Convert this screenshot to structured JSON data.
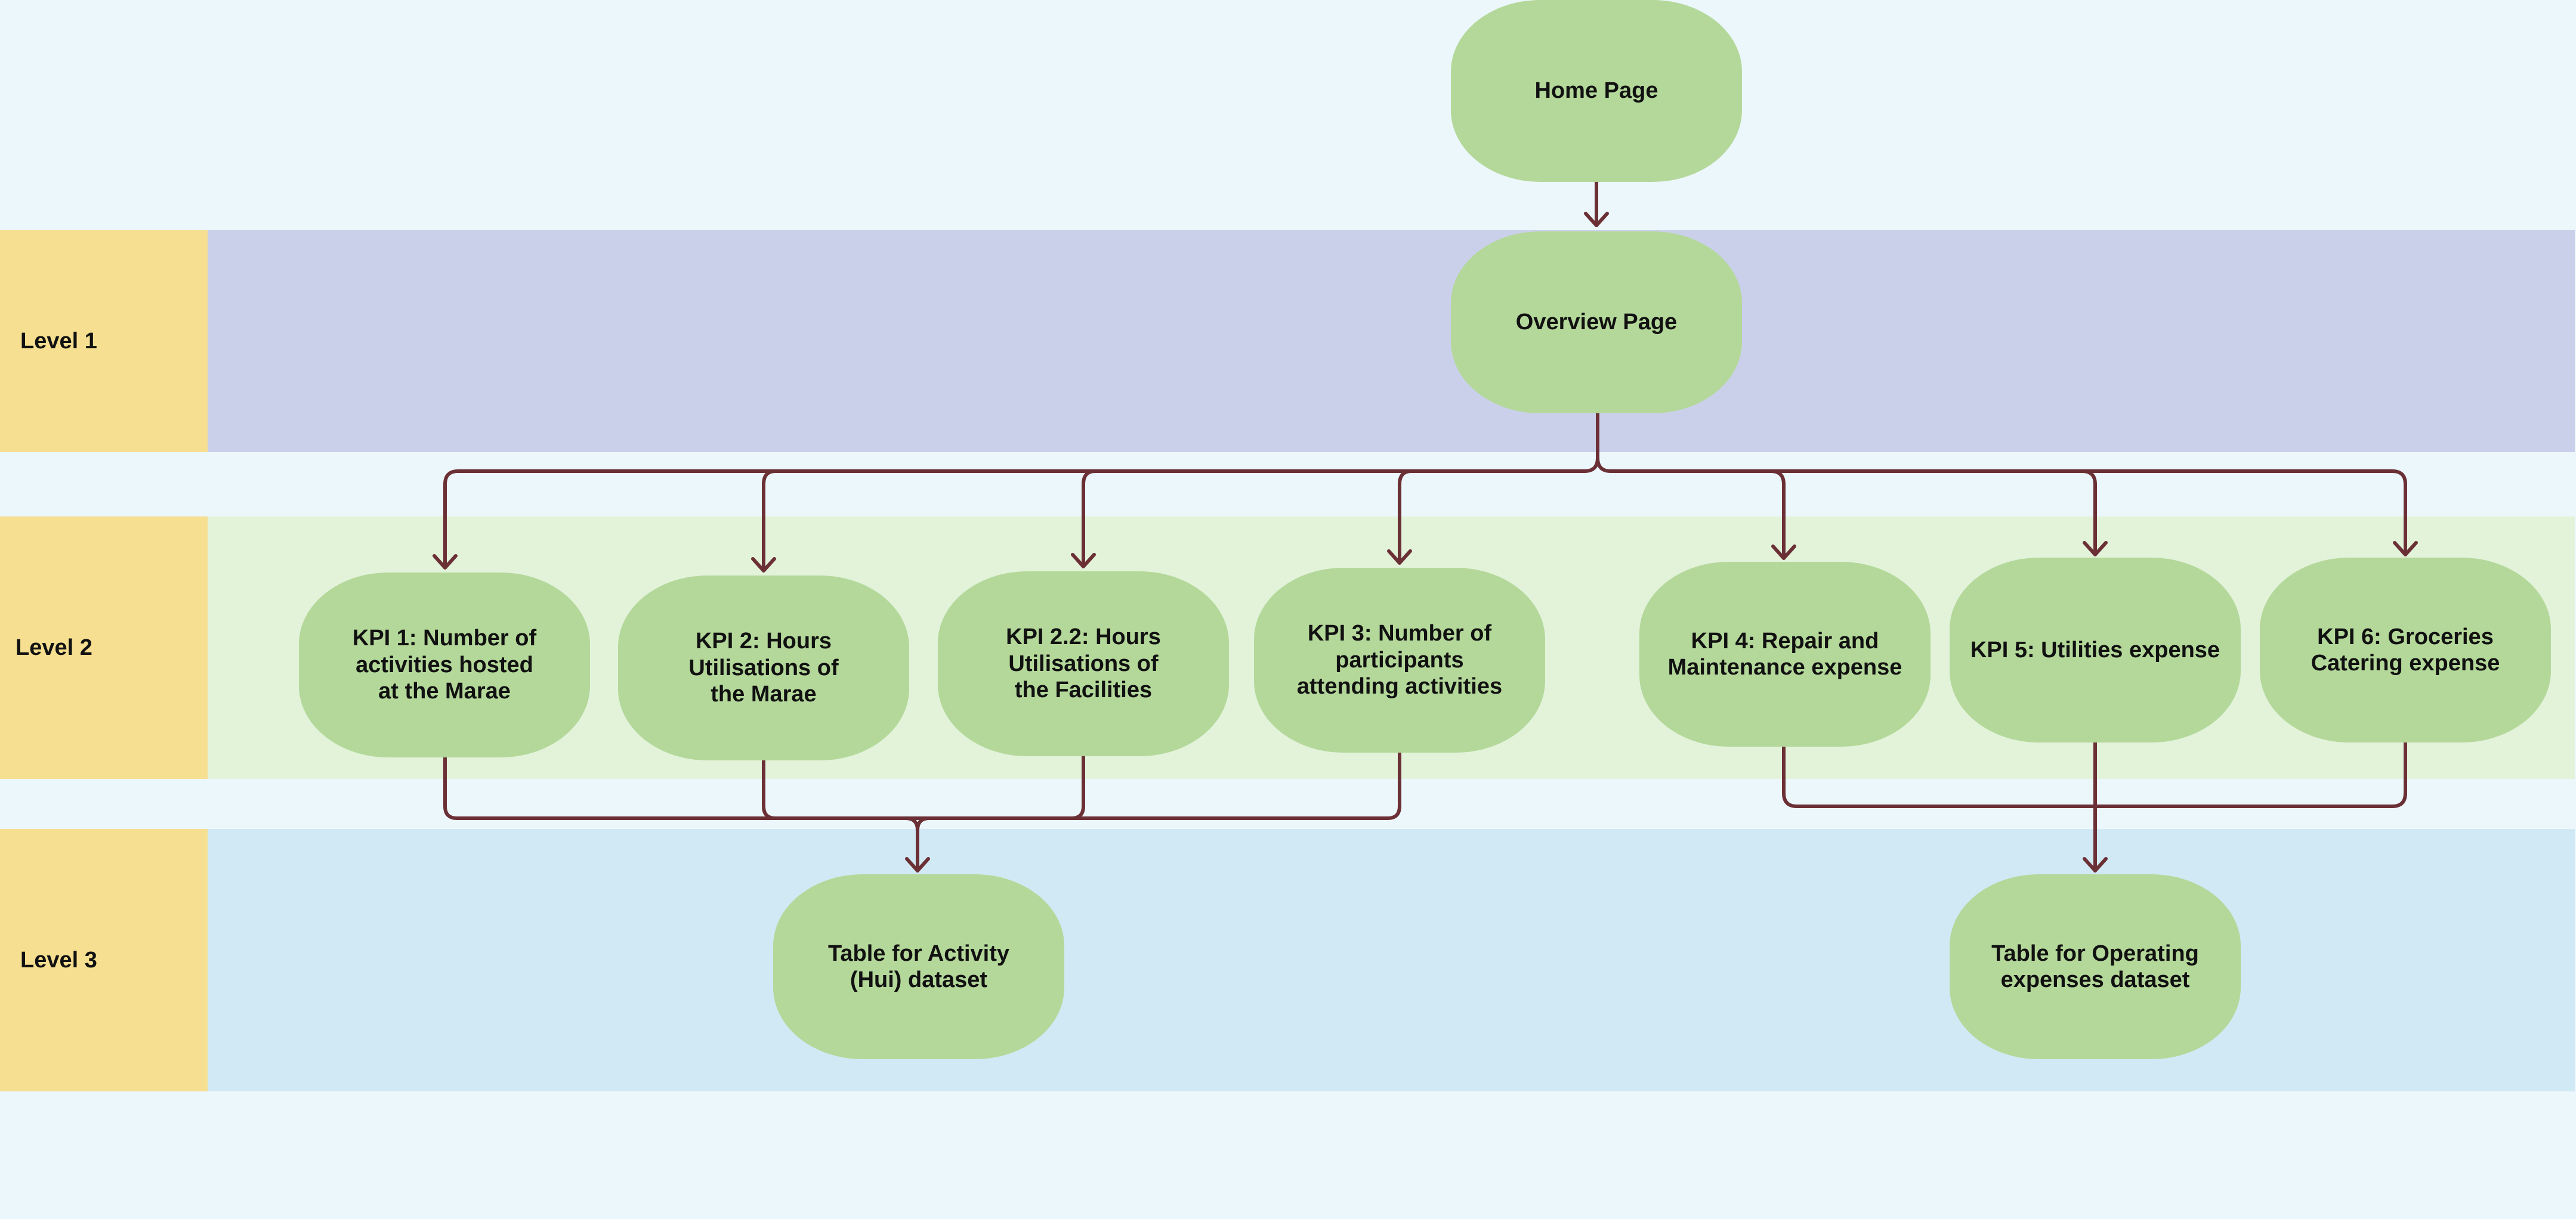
{
  "colors": {
    "background": "#ECF7FC",
    "lane_label": "#F6DF90",
    "level1_band": "#CBD0EA",
    "level2_band": "#E2F3DA",
    "level3_band": "#D1E9F4",
    "node_fill": "#B4D89A",
    "connector": "#6B3035"
  },
  "levels": [
    {
      "id": "level-1",
      "label": "Level 1"
    },
    {
      "id": "level-2",
      "label": "Level 2"
    },
    {
      "id": "level-3",
      "label": "Level 3"
    }
  ],
  "nodes": {
    "home": "Home Page",
    "overview": "Overview Page",
    "kpi1": "KPI 1: Number of\nactivities hosted\nat the Marae",
    "kpi2": "KPI 2: Hours\nUtilisations of\nthe Marae",
    "kpi22": "KPI 2.2: Hours\nUtilisations of\nthe Facilities",
    "kpi3": "KPI 3:  Number of\nparticipants\nattending activities",
    "kpi4": "KPI 4:  Repair and\nMaintenance expense",
    "kpi5": "KPI 5: Utilities expense",
    "kpi6": "KPI 6: Groceries\nCatering expense",
    "activity_table": "Table for Activity\n(Hui) dataset",
    "operating_table": "Table for Operating\nexpenses dataset"
  },
  "edges": [
    [
      "home",
      "overview"
    ],
    [
      "overview",
      "kpi1"
    ],
    [
      "overview",
      "kpi2"
    ],
    [
      "overview",
      "kpi22"
    ],
    [
      "overview",
      "kpi3"
    ],
    [
      "overview",
      "kpi4"
    ],
    [
      "overview",
      "kpi5"
    ],
    [
      "overview",
      "kpi6"
    ],
    [
      "kpi1",
      "activity_table"
    ],
    [
      "kpi2",
      "activity_table"
    ],
    [
      "kpi22",
      "activity_table"
    ],
    [
      "kpi3",
      "activity_table"
    ],
    [
      "kpi4",
      "operating_table"
    ],
    [
      "kpi5",
      "operating_table"
    ],
    [
      "kpi6",
      "operating_table"
    ]
  ]
}
